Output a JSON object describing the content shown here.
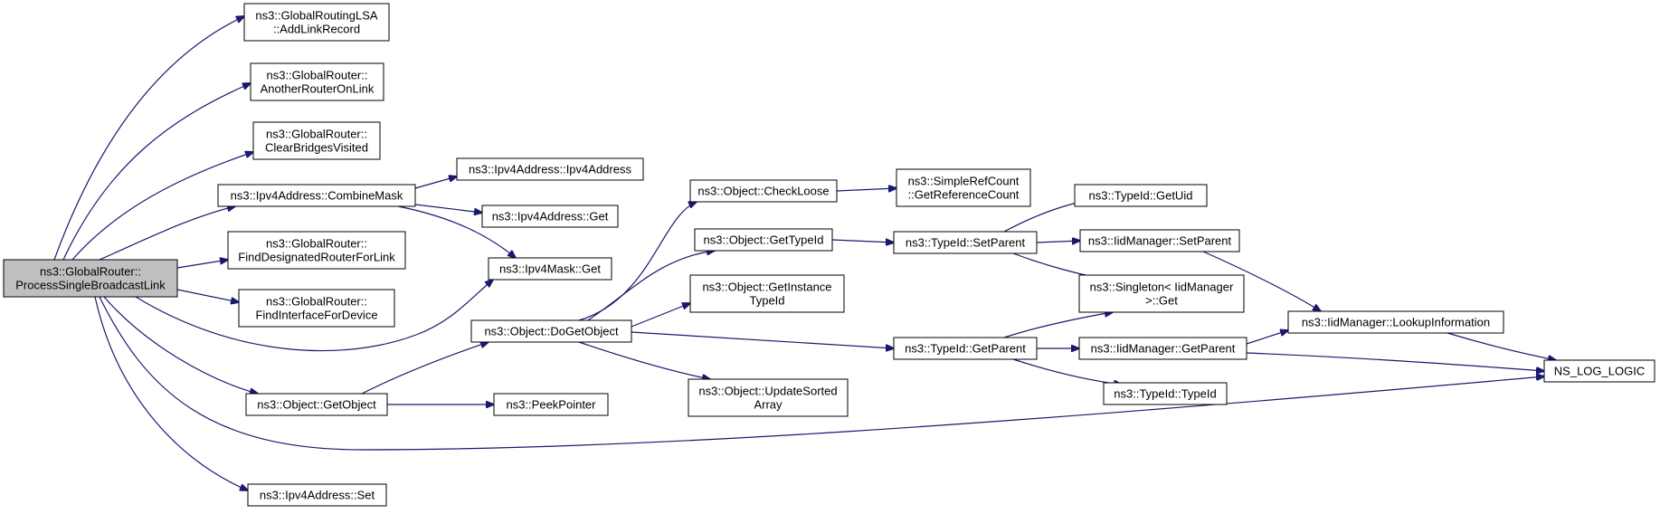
{
  "colors": {
    "edge": "#191970",
    "node_fill": "#ffffff",
    "root_fill": "#bfbfbf",
    "border": "#000000"
  },
  "nodes": [
    {
      "id": "root",
      "lines": [
        "ns3::GlobalRouter::",
        "ProcessSingleBroadcastLink"
      ],
      "highlight": true
    },
    {
      "id": "addLinkRecord",
      "lines": [
        "ns3::GlobalRoutingLSA",
        "::AddLinkRecord"
      ]
    },
    {
      "id": "anotherRouter",
      "lines": [
        "ns3::GlobalRouter::",
        "AnotherRouterOnLink"
      ]
    },
    {
      "id": "clearBridges",
      "lines": [
        "ns3::GlobalRouter::",
        "ClearBridgesVisited"
      ]
    },
    {
      "id": "combineMask",
      "lines": [
        "ns3::Ipv4Address::CombineMask"
      ]
    },
    {
      "id": "findDR",
      "lines": [
        "ns3::GlobalRouter::",
        "FindDesignatedRouterForLink"
      ]
    },
    {
      "id": "findIface",
      "lines": [
        "ns3::GlobalRouter::",
        "FindInterfaceForDevice"
      ]
    },
    {
      "id": "getObject",
      "lines": [
        "ns3::Object::GetObject"
      ]
    },
    {
      "id": "ipv4Set",
      "lines": [
        "ns3::Ipv4Address::Set"
      ]
    },
    {
      "id": "ipv4Ctor",
      "lines": [
        "ns3::Ipv4Address::Ipv4Address"
      ]
    },
    {
      "id": "ipv4Get",
      "lines": [
        "ns3::Ipv4Address::Get"
      ]
    },
    {
      "id": "maskGet",
      "lines": [
        "ns3::Ipv4Mask::Get"
      ]
    },
    {
      "id": "doGetObject",
      "lines": [
        "ns3::Object::DoGetObject"
      ]
    },
    {
      "id": "peekPointer",
      "lines": [
        "ns3::PeekPointer"
      ]
    },
    {
      "id": "checkLoose",
      "lines": [
        "ns3::Object::CheckLoose"
      ]
    },
    {
      "id": "getTypeId",
      "lines": [
        "ns3::Object::GetTypeId"
      ]
    },
    {
      "id": "getInstanceTypeId",
      "lines": [
        "ns3::Object::GetInstance",
        "TypeId"
      ]
    },
    {
      "id": "updateSorted",
      "lines": [
        "ns3::Object::UpdateSorted",
        "Array"
      ]
    },
    {
      "id": "refCount",
      "lines": [
        "ns3::SimpleRefCount",
        "::GetReferenceCount"
      ]
    },
    {
      "id": "setParent",
      "lines": [
        "ns3::TypeId::SetParent"
      ]
    },
    {
      "id": "getParent",
      "lines": [
        "ns3::TypeId::GetParent"
      ]
    },
    {
      "id": "getUid",
      "lines": [
        "ns3::TypeId::GetUid"
      ]
    },
    {
      "id": "iidSetParent",
      "lines": [
        "ns3::IidManager::SetParent"
      ]
    },
    {
      "id": "singleton",
      "lines": [
        "ns3::Singleton< IidManager",
        " >::Get"
      ]
    },
    {
      "id": "iidGetParent",
      "lines": [
        "ns3::IidManager::GetParent"
      ]
    },
    {
      "id": "typeIdCtor",
      "lines": [
        "ns3::TypeId::TypeId"
      ]
    },
    {
      "id": "lookup",
      "lines": [
        "ns3::IidManager::LookupInformation"
      ]
    },
    {
      "id": "nsLog",
      "lines": [
        "NS_LOG_LOGIC"
      ]
    }
  ],
  "edges": [
    [
      "root",
      "addLinkRecord"
    ],
    [
      "root",
      "anotherRouter"
    ],
    [
      "root",
      "clearBridges"
    ],
    [
      "root",
      "combineMask"
    ],
    [
      "root",
      "findDR"
    ],
    [
      "root",
      "findIface"
    ],
    [
      "root",
      "maskGet"
    ],
    [
      "root",
      "getObject"
    ],
    [
      "root",
      "nsLog"
    ],
    [
      "root",
      "ipv4Set"
    ],
    [
      "combineMask",
      "ipv4Ctor"
    ],
    [
      "combineMask",
      "ipv4Get"
    ],
    [
      "combineMask",
      "maskGet"
    ],
    [
      "getObject",
      "doGetObject"
    ],
    [
      "getObject",
      "peekPointer"
    ],
    [
      "doGetObject",
      "checkLoose"
    ],
    [
      "doGetObject",
      "getTypeId"
    ],
    [
      "doGetObject",
      "getInstanceTypeId"
    ],
    [
      "doGetObject",
      "getParent"
    ],
    [
      "doGetObject",
      "updateSorted"
    ],
    [
      "checkLoose",
      "refCount"
    ],
    [
      "getTypeId",
      "setParent"
    ],
    [
      "setParent",
      "getUid"
    ],
    [
      "setParent",
      "iidSetParent"
    ],
    [
      "setParent",
      "singleton"
    ],
    [
      "getParent",
      "singleton"
    ],
    [
      "getParent",
      "iidGetParent"
    ],
    [
      "getParent",
      "typeIdCtor"
    ],
    [
      "iidSetParent",
      "lookup"
    ],
    [
      "iidGetParent",
      "lookup"
    ],
    [
      "iidGetParent",
      "nsLog"
    ],
    [
      "lookup",
      "nsLog"
    ]
  ]
}
